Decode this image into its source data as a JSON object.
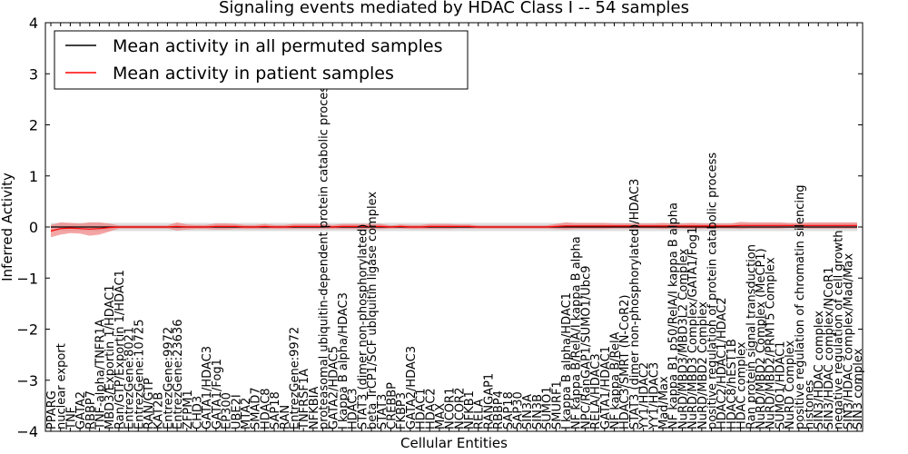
{
  "chart_data": {
    "type": "line",
    "title": "Signaling events mediated by HDAC Class I -- 54 samples",
    "xlabel": "Cellular Entities",
    "ylabel": "Inferred Activity",
    "ylim": [
      -4,
      4
    ],
    "yticks": [
      -4,
      -3,
      -2,
      -1,
      0,
      1,
      2,
      3,
      4
    ],
    "grid": false,
    "legend_position": "top-left",
    "categories": [
      "PPARG",
      "nuclear export",
      "TNF",
      "GATA2",
      "RBBP7",
      "TNF-alpha/TNFR1A",
      "MBD3/Exportin 1/HDAC1",
      "Ran/GTP/Exportin 1/HDAC1",
      "EntrezGene:8021",
      "EntrezGene:10725",
      "RAN/GTP",
      "KAT2B",
      "EntrezGene:9972",
      "EntrezGene:23636",
      "ZFPM1",
      "CHD3",
      "GATA1/HDAC3",
      "GATA1/Fog1",
      "EP300",
      "UBE2I",
      "MTA2",
      "SMAD7",
      "HDAC8",
      "SAP18",
      "RAN",
      "EntrezGene:9972",
      "TNFRSF1A",
      "NFKBIA",
      "proteasomal ubiquitin-dependent protein catabolic process",
      "GATA2/HDAC5",
      "I kappa B alpha/HDAC3",
      "HDAC3",
      "STAT3 (dimer non-phosphorylated)",
      "beta TrCP1/SCF ubiquitin ligase complex",
      "STAT3",
      "CREBBP",
      "FKBP3",
      "GATA2/HDAC3",
      "HDAC1",
      "HDAC2",
      "MAX",
      "NCOR1",
      "NCOR2",
      "NFKB1",
      "RELA",
      "RANGAP1",
      "RBBP4",
      "SAP18",
      "SAP30",
      "SIN3A",
      "SIN3B",
      "SUMO1",
      "SMURF1",
      "I kappa B alpha/HDAC1",
      "NF kappa B/RelA/I kappa B alpha",
      "NPC/RanGAP1/SUMO1/Ubc9",
      "RELA/HDAC3",
      "GATA1/HDAC1",
      "NF kappa B/RelA",
      "HDAC3/SMRT (N-CoR2)",
      "STAT3 (dimer non-phosphorylated)/HDAC3",
      "YY1/HDAC2",
      "YY1/HDAC3",
      "Mad/Max",
      "NF kappa B1 p50/RelA/I kappa B alpha",
      "NuRD/MBD3/MBD3L2 Complex",
      "NuRD/MBD3 Complex/GATA1/Fog1",
      "NuRD/MBD2 Complex",
      "positive regulation of protein catabolic process",
      "HDAC2/HDAC1/HDAC2",
      "HDAC8/hEST1B",
      "HDAC complex",
      "Ran protein signal transduction",
      "NuRD/MBD2 Complex (MeCP1)",
      "NuRD/MBD2/PRMT5 Complex",
      "SUMO1/HDAC1",
      "NuRD Complex",
      "positive regulation of chromatin silencing",
      "histones",
      "SIN3/HDAC complex",
      "SIN3/HDAC complex/NCoR1",
      "negative regulation of cell growth",
      "SIN3/HDAC complex/Mad/Max",
      "SIN3 complex"
    ],
    "series": [
      {
        "name": "Mean activity in all permuted samples",
        "color": "#000000",
        "values": [
          0.0,
          0.0,
          0.0,
          0.0,
          0.0,
          0.0,
          0.0,
          0.0,
          0.0,
          0.0,
          0.0,
          0.0,
          0.0,
          0.0,
          0.0,
          0.0,
          0.0,
          0.0,
          0.0,
          0.0,
          0.0,
          0.0,
          0.0,
          0.0,
          0.0,
          0.0,
          0.0,
          0.0,
          0.0,
          0.0,
          0.0,
          0.0,
          0.0,
          0.0,
          0.0,
          0.0,
          0.0,
          0.0,
          0.0,
          0.0,
          0.0,
          0.0,
          0.0,
          0.0,
          0.0,
          0.0,
          0.0,
          0.0,
          0.0,
          0.0,
          0.0,
          0.0,
          0.0,
          0.0,
          0.0,
          0.0,
          0.0,
          0.0,
          0.0,
          0.0,
          0.0,
          0.0,
          0.0,
          0.0,
          0.0,
          0.0,
          0.0,
          0.0,
          0.0,
          0.0,
          0.0,
          0.0,
          0.0,
          0.0,
          0.0,
          0.0,
          0.0,
          0.0,
          0.0,
          0.0,
          0.0,
          0.0,
          0.0,
          0.0
        ],
        "band_half_width": [
          0.08,
          0.08,
          0.08,
          0.08,
          0.08,
          0.08,
          0.08,
          0.08,
          0.08,
          0.08,
          0.08,
          0.08,
          0.08,
          0.08,
          0.08,
          0.08,
          0.08,
          0.08,
          0.08,
          0.08,
          0.08,
          0.08,
          0.08,
          0.08,
          0.08,
          0.08,
          0.08,
          0.08,
          0.08,
          0.08,
          0.08,
          0.08,
          0.08,
          0.08,
          0.08,
          0.08,
          0.08,
          0.08,
          0.08,
          0.08,
          0.08,
          0.08,
          0.08,
          0.08,
          0.08,
          0.08,
          0.08,
          0.08,
          0.08,
          0.08,
          0.08,
          0.08,
          0.08,
          0.08,
          0.08,
          0.08,
          0.08,
          0.08,
          0.08,
          0.08,
          0.08,
          0.08,
          0.08,
          0.08,
          0.08,
          0.08,
          0.08,
          0.08,
          0.08,
          0.08,
          0.08,
          0.08,
          0.08,
          0.08,
          0.08,
          0.08,
          0.08,
          0.08,
          0.08,
          0.08,
          0.08,
          0.08,
          0.08,
          0.08
        ]
      },
      {
        "name": "Mean activity in patient samples",
        "color": "#ff0000",
        "band_color": "#f08080",
        "values": [
          -0.08,
          -0.03,
          -0.02,
          -0.03,
          -0.04,
          -0.03,
          -0.01,
          0.0,
          0.0,
          0.0,
          0.0,
          0.0,
          0.0,
          0.01,
          0.0,
          0.0,
          0.0,
          0.01,
          0.01,
          0.01,
          0.0,
          0.0,
          0.01,
          0.0,
          0.0,
          0.01,
          0.01,
          0.01,
          0.01,
          0.0,
          0.01,
          0.01,
          0.01,
          0.01,
          0.01,
          0.0,
          0.01,
          0.0,
          0.0,
          0.01,
          0.01,
          0.01,
          0.01,
          0.01,
          0.0,
          0.0,
          0.0,
          0.0,
          0.0,
          0.0,
          0.0,
          0.0,
          0.01,
          0.02,
          0.02,
          0.02,
          0.02,
          0.02,
          0.02,
          0.02,
          0.02,
          0.02,
          0.02,
          0.02,
          0.02,
          0.02,
          0.02,
          0.02,
          0.02,
          0.02,
          0.02,
          0.03,
          0.03,
          0.03,
          0.03,
          0.03,
          0.03,
          0.03,
          0.03,
          0.03,
          0.03,
          0.03,
          0.03,
          0.03
        ],
        "band_half_width": [
          0.12,
          0.12,
          0.1,
          0.1,
          0.13,
          0.12,
          0.08,
          0.03,
          0.03,
          0.03,
          0.03,
          0.03,
          0.03,
          0.08,
          0.05,
          0.04,
          0.04,
          0.06,
          0.06,
          0.05,
          0.04,
          0.04,
          0.05,
          0.04,
          0.04,
          0.05,
          0.05,
          0.05,
          0.05,
          0.04,
          0.05,
          0.05,
          0.05,
          0.05,
          0.05,
          0.03,
          0.04,
          0.04,
          0.04,
          0.05,
          0.05,
          0.05,
          0.04,
          0.04,
          0.03,
          0.03,
          0.03,
          0.03,
          0.03,
          0.03,
          0.03,
          0.03,
          0.05,
          0.07,
          0.06,
          0.06,
          0.06,
          0.06,
          0.05,
          0.05,
          0.05,
          0.05,
          0.05,
          0.06,
          0.05,
          0.05,
          0.06,
          0.05,
          0.05,
          0.05,
          0.05,
          0.07,
          0.06,
          0.06,
          0.06,
          0.06,
          0.05,
          0.05,
          0.06,
          0.06,
          0.06,
          0.06,
          0.06,
          0.06
        ]
      }
    ]
  }
}
